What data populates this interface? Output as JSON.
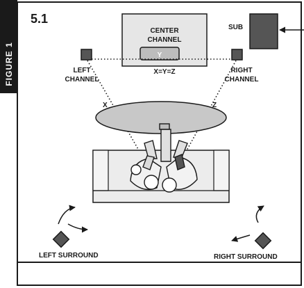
{
  "figure_tab": "FIGURE 1",
  "title": "5.1",
  "center_channel": {
    "line1": "CENTER",
    "line2": "CHANNEL",
    "screen_label": "Y"
  },
  "sub": {
    "label": "SUB"
  },
  "left_channel": {
    "line1": "LEFT",
    "line2": "CHANNEL"
  },
  "right_channel": {
    "line1": "RIGHT",
    "line2": "CHANNEL"
  },
  "distance_rule": "X=Y=Z",
  "line_x_label": "X",
  "line_z_label": "Z",
  "left_surround": {
    "label": "LEFT SURROUND"
  },
  "right_surround": {
    "label": "RIGHT SURROUND"
  },
  "colors": {
    "ink": "#1a1a1a",
    "speaker": "#555555",
    "panel": "#e6e6e6",
    "screen": "#bdbdbd",
    "rug": "#c8c8c8",
    "couch": "#ececec",
    "tab": "#1a1a1a"
  }
}
